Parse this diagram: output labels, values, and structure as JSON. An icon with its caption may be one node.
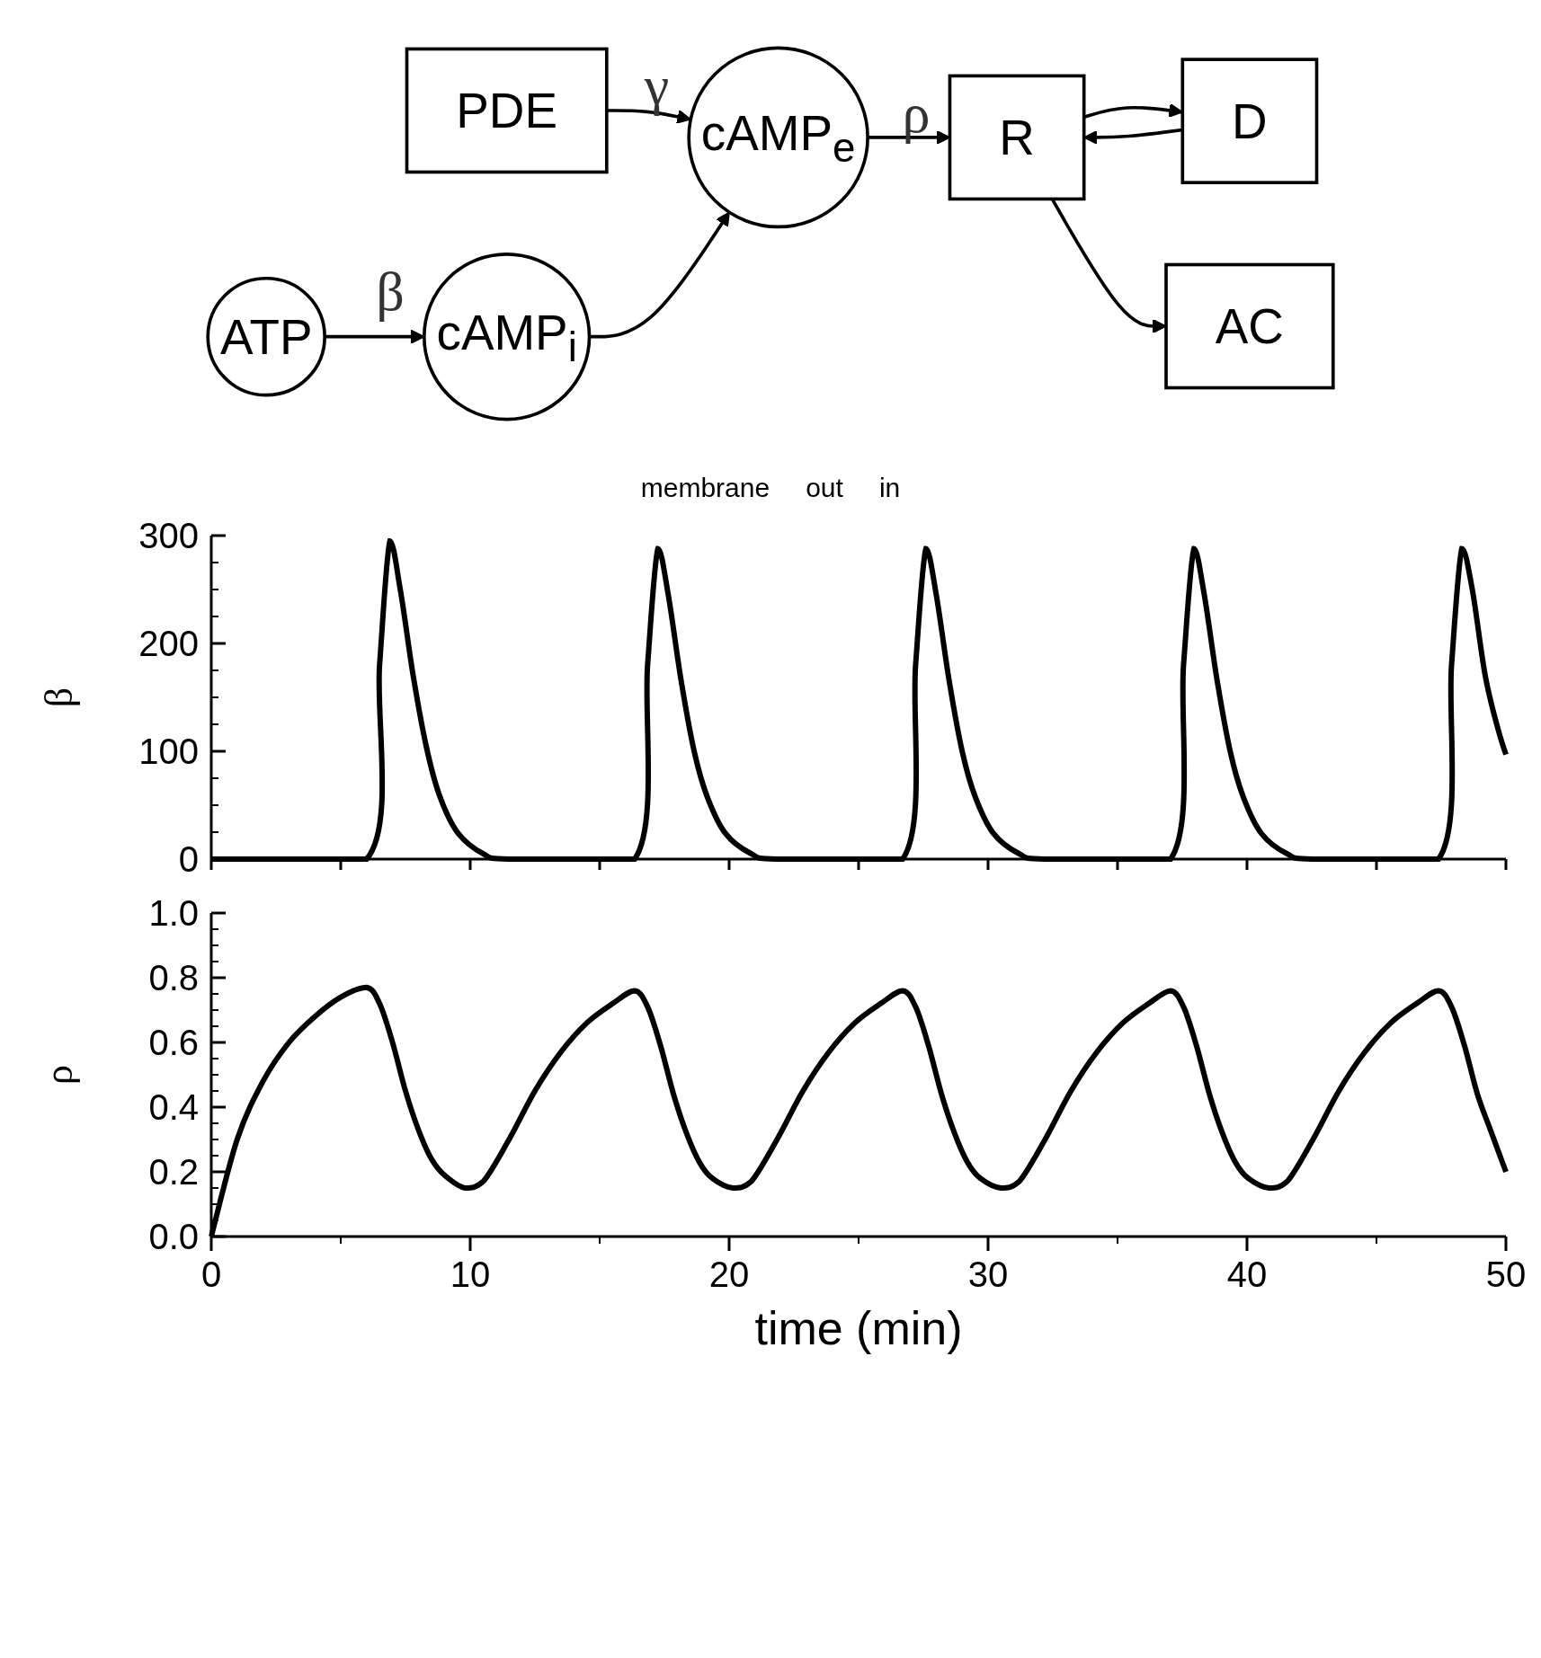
{
  "diagram": {
    "nodes": [
      {
        "text": [
          "cAMP$_{e}$"
        ],
        "beside": [
          "γ"
        ]
      },
      {
        "text": [
          "PDE"
        ]
      },
      {
        "text": [
          "R"
        ],
        "beside": [
          "ρ"
        ]
      },
      {
        "text": [
          "D"
        ]
      },
      {
        "text": [
          "AC"
        ]
      },
      {
        "text": [
          "cAMP$_{i}$"
        ],
        "beside": [
          "β"
        ]
      },
      {
        "text": [
          "ATP"
        ]
      }
    ],
    "edges": [
      {
        "from": 1,
        "to": 0,
        "arrow": "to"
      },
      {
        "from": 5,
        "to": 0,
        "arrow": "to"
      },
      {
        "from": 0,
        "to": 2,
        "arrow": "to"
      },
      {
        "from": 2,
        "to": 3,
        "arrow": "to"
      },
      {
        "from": 3,
        "to": 2,
        "arrow": "to"
      },
      {
        "from": 2,
        "to": 4,
        "arrow": "to"
      },
      {
        "from": 6,
        "to": 5,
        "arrow": "to"
      }
    ],
    "labels": [
      "membrane",
      "out",
      "in"
    ],
    "chart_data": [
      {
        "type": "line",
        "ylabel": "β",
        "ylim": [
          0,
          300
        ],
        "xlim": [
          0,
          50
        ],
        "yticks": [
          0,
          100,
          200,
          300
        ],
        "x": [
          0,
          6.0,
          6.5,
          6.9,
          7.3,
          7.8,
          8.3,
          8.8,
          9.5,
          10.5,
          11.5,
          16.35,
          16.85,
          17.25,
          17.65,
          18.15,
          18.65,
          19.15,
          19.85,
          20.85,
          21.85,
          26.7,
          27.2,
          27.6,
          28.0,
          28.5,
          29.0,
          29.5,
          30.2,
          31.2,
          32.2,
          37.05,
          37.55,
          37.95,
          38.35,
          38.85,
          39.35,
          39.85,
          40.55,
          41.55,
          42.55,
          47.4,
          47.9,
          48.3,
          48.7,
          49.2,
          49.7,
          50
        ],
        "series": [
          {
            "color": "#000000",
            "values": [
              0,
              0,
              180,
              295,
              250,
              170,
              105,
              60,
              25,
              5,
              0,
              0,
              180,
              288,
              245,
              165,
              100,
              58,
              24,
              5,
              0,
              0,
              180,
              288,
              245,
              165,
              100,
              58,
              24,
              5,
              0,
              0,
              180,
              288,
              245,
              165,
              100,
              58,
              24,
              5,
              0,
              0,
              180,
              288,
              250,
              170,
              120,
              97
            ]
          }
        ]
      },
      {
        "type": "line",
        "ylabel": "ρ",
        "xlabel": "time (min)",
        "ylim": [
          0,
          1
        ],
        "xlim": [
          0,
          50
        ],
        "yticks": [
          {
            "value": 0,
            "label": "0.0"
          },
          {
            "value": 0.2,
            "label": "0.2"
          },
          {
            "value": 0.4,
            "label": "0.4"
          },
          {
            "value": 0.6,
            "label": "0.6"
          },
          {
            "value": 0.8,
            "label": "0.8"
          },
          {
            "value": 1,
            "label": "1.0"
          }
        ],
        "xticks": [
          0,
          10,
          20,
          30,
          40,
          50
        ],
        "x": [
          0,
          1,
          2,
          3,
          4,
          5,
          6.0,
          6.5,
          7.0,
          7.5,
          8,
          8.5,
          9,
          9.8,
          10.5,
          11.5,
          12.5,
          13.5,
          14.5,
          15.5,
          16.35,
          16.85,
          17.35,
          17.85,
          18.35,
          18.85,
          19.35,
          20.15,
          20.85,
          21.85,
          22.85,
          23.85,
          24.85,
          25.85,
          26.7,
          27.2,
          27.7,
          28.2,
          28.7,
          29.2,
          29.7,
          30.5,
          31.2,
          32.2,
          33.2,
          34.2,
          35.2,
          36.2,
          37.05,
          37.55,
          38.05,
          38.55,
          39.05,
          39.55,
          40.05,
          40.85,
          41.55,
          42.55,
          43.55,
          44.55,
          45.55,
          46.55,
          47.4,
          47.9,
          48.4,
          48.9,
          49.4,
          50
        ],
        "series": [
          {
            "color": "#000000",
            "values": [
              0,
              0.3,
              0.48,
              0.6,
              0.68,
              0.74,
              0.77,
              0.72,
              0.6,
              0.45,
              0.33,
              0.24,
              0.19,
              0.15,
              0.17,
              0.3,
              0.45,
              0.57,
              0.66,
              0.72,
              0.76,
              0.71,
              0.59,
              0.44,
              0.32,
              0.23,
              0.18,
              0.15,
              0.17,
              0.3,
              0.45,
              0.57,
              0.66,
              0.72,
              0.76,
              0.71,
              0.59,
              0.44,
              0.32,
              0.23,
              0.18,
              0.15,
              0.17,
              0.3,
              0.45,
              0.57,
              0.66,
              0.72,
              0.76,
              0.71,
              0.59,
              0.44,
              0.32,
              0.23,
              0.18,
              0.15,
              0.17,
              0.3,
              0.45,
              0.57,
              0.66,
              0.72,
              0.76,
              0.71,
              0.59,
              0.44,
              0.33,
              0.2
            ]
          }
        ]
      }
    ]
  }
}
